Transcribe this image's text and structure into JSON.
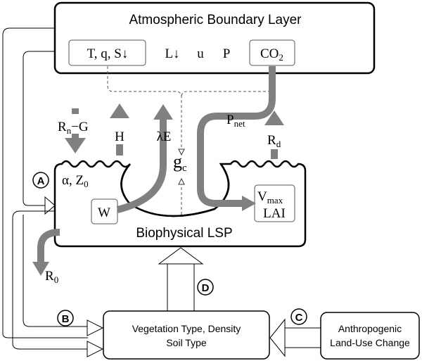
{
  "atmosphere": {
    "title": "Atmospheric Boundary Layer",
    "forcing_box": "T, q, S↓",
    "longwave": "L↓",
    "wind": "u",
    "precip": "P",
    "co2_base": "CO",
    "co2_sub": "2"
  },
  "fluxes": {
    "rn_base": "R",
    "rn_sub": "n",
    "rn_rest": "−G",
    "sensible": "H",
    "latent": "λE",
    "pnet_base": "P",
    "pnet_sub": "net",
    "rd_base": "R",
    "rd_sub": "d",
    "gc_base": "g",
    "gc_sub": "c"
  },
  "surface": {
    "albedo_rough": "α, Z",
    "albedo_rough_sub": "0",
    "water": "W",
    "vmax_base": "V",
    "vmax_sub": "max",
    "lai": "LAI",
    "title": "Biophysical LSP"
  },
  "runoff": {
    "base": "R",
    "sub": "0"
  },
  "labels": {
    "a": "A",
    "b": "B",
    "c": "C",
    "d": "D"
  },
  "vegetation": {
    "line1": "Vegetation Type, Density",
    "line2": "Soil Type"
  },
  "landuse": {
    "line1": "Anthropogenic",
    "line2": "Land-Use Change"
  }
}
